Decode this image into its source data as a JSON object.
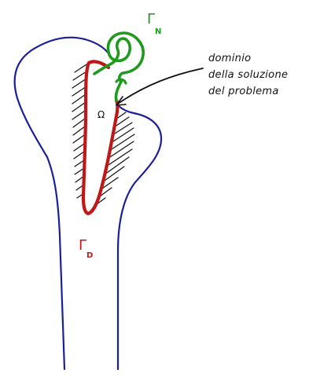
{
  "annotation": {
    "lines": [
      "dominio",
      "della soluzione",
      "del problema"
    ]
  },
  "labels": {
    "gamma_n": {
      "symbol": "Γ",
      "subscript": "N"
    },
    "gamma_d": {
      "symbol": "Γ",
      "subscript": "D"
    },
    "omega": "Ω"
  },
  "colors": {
    "bone_outline": "#1a1f9c",
    "dirichlet_boundary": "#c01818",
    "neumann_boundary": "#1f9a1f",
    "hatching": "#111111",
    "annotation_text": "#111111"
  }
}
